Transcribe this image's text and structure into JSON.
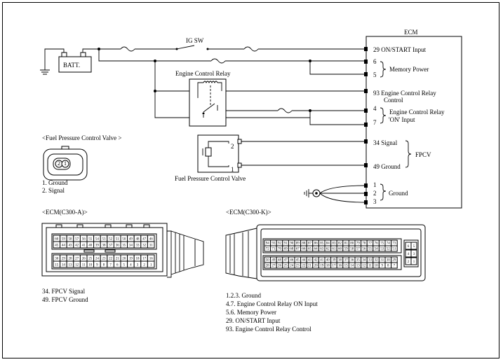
{
  "ecm": {
    "title": "ECM",
    "pins": {
      "p29": "29 ON/START Input",
      "p6": "6",
      "p5": "5",
      "p93a": "93  Engine Control Relay",
      "p93b": "Control",
      "p4": "4",
      "p7": "7",
      "p34": "34 Signal",
      "p49": "49 Ground",
      "p1": "1",
      "p2": "2",
      "p3": "3"
    },
    "groups": {
      "memory_power": "Memory Power",
      "ecr_on_a": "Engine Control Relay",
      "ecr_on_b": "'ON' Input",
      "fpcv": "FPCV",
      "ground": "Ground"
    }
  },
  "components": {
    "batt": "BATT.",
    "ig_sw": "IG SW",
    "ecr": "Engine Control Relay",
    "fpcv_label": "Fuel Pressure Control Valve",
    "fpcv_pin2": "2",
    "fpcv_pin1": "1"
  },
  "connector_fpcv": {
    "title": "<Fuel Pressure Control Valve     >",
    "pin2": "2",
    "pin1": "1",
    "legend": [
      "1. Ground",
      "2. Signal"
    ]
  },
  "connector_a": {
    "title": "<ECM(C300-A)>",
    "row1": [
      "60",
      "59",
      "58",
      "57",
      "56",
      "55",
      "54",
      "53",
      "52",
      "51",
      "50",
      "49",
      "48",
      "47",
      "46"
    ],
    "row2": [
      "45",
      "44",
      "43",
      "42",
      "41",
      "40",
      "39",
      "38",
      "37",
      "36",
      "35",
      "34",
      "33",
      "32",
      "31"
    ],
    "row3": [
      "30",
      "29",
      "28",
      "27",
      "26",
      "25",
      "24",
      "23",
      "22",
      "21",
      "20",
      "19",
      "18",
      "17",
      "16"
    ],
    "row4": [
      "15",
      "14",
      "13",
      "12",
      "11",
      "10",
      "9",
      "8",
      "7",
      "6",
      "5",
      "4",
      "3",
      "2",
      "1"
    ],
    "legend": [
      "34.  FPCV  Signal",
      "49.  FPCV  Ground"
    ]
  },
  "connector_k": {
    "title": "<ECM(C300-K)>",
    "row1": [
      "94",
      "93",
      "92",
      "91",
      "90",
      "89",
      "88",
      "87",
      "86",
      "85",
      "84",
      "83",
      "82",
      "81",
      "80",
      "79",
      "78",
      "77",
      "76",
      "75",
      "74",
      "73"
    ],
    "row2": [
      "72",
      "71",
      "70",
      "69",
      "68",
      "67",
      "66",
      "65",
      "64",
      "63",
      "62",
      "61",
      "60",
      "59",
      "58",
      "57",
      "56",
      "55",
      "54",
      "53",
      "52",
      "51"
    ],
    "row3": [
      "50",
      "49",
      "48",
      "47",
      "46",
      "45",
      "44",
      "43",
      "42",
      "41",
      "40",
      "39",
      "38",
      "37",
      "36",
      "35",
      "34",
      "33",
      "32",
      "31",
      "30",
      "29"
    ],
    "row4": [
      "28",
      "27",
      "26",
      "25",
      "24",
      "23",
      "22",
      "21",
      "20",
      "19",
      "18",
      "17",
      "16",
      "15",
      "14",
      "13",
      "12",
      "11",
      "10",
      "9",
      "8",
      "7"
    ],
    "side": [
      "6",
      "5",
      "4",
      "3",
      "2",
      "1"
    ],
    "legend": [
      "1.2.3.  Ground",
      "4.7.  Engine Control Relay ON Input",
      "5.6.  Memory Power",
      "29.   ON/START Input",
      "93.   Engine Control Relay Control"
    ]
  }
}
